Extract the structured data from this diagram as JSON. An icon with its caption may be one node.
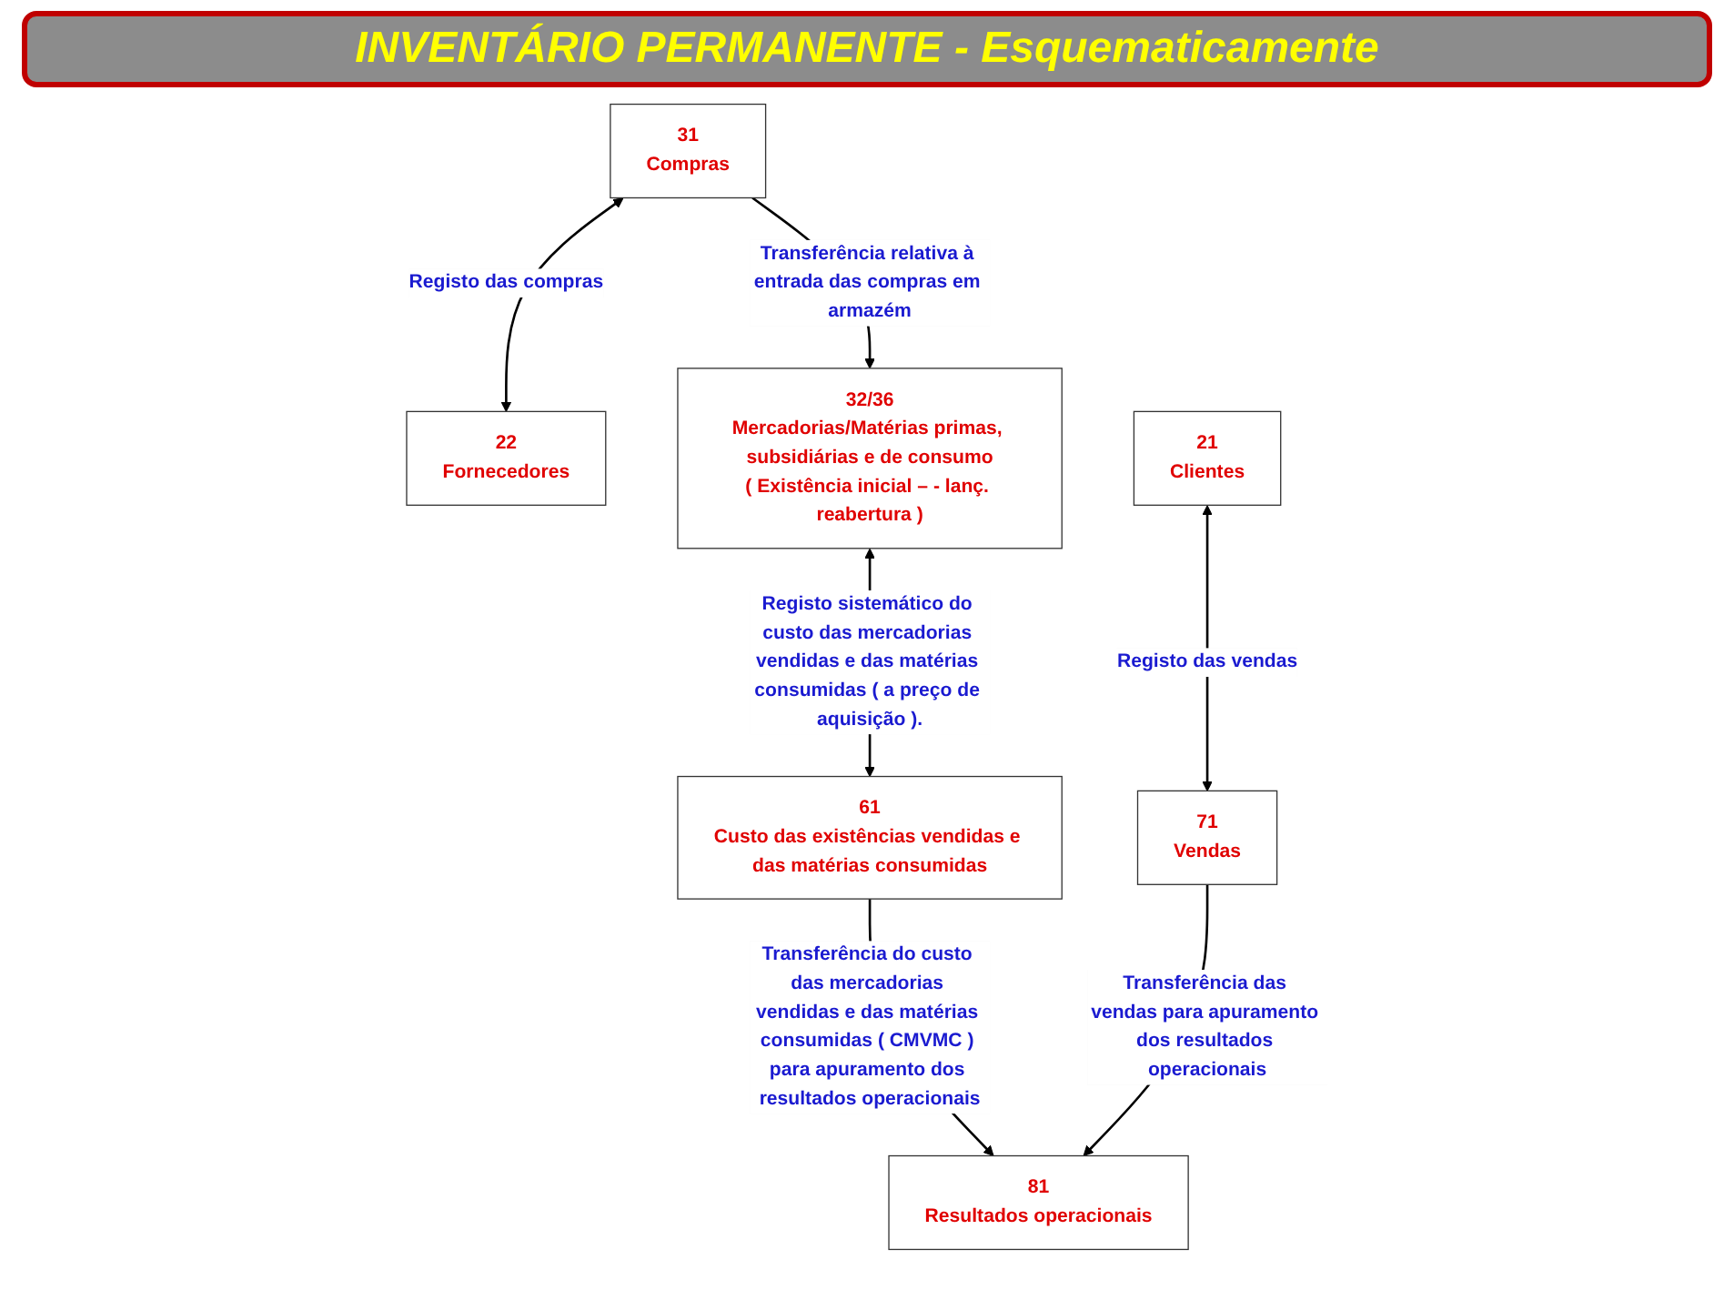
{
  "diagram": {
    "title": "INVENTÁRIO PERMANENTE  -  Esquematicamente",
    "nodes": [
      {
        "text": [
          "31",
          "Compras"
        ]
      },
      {
        "text": [
          "22",
          "Fornecedores"
        ]
      },
      {
        "text": [
          "32/36",
          "Mercadorias/Matérias primas, subsidiárias e de consumo",
          "( Existência inicial – - lanç. reabertura )"
        ]
      },
      {
        "text": [
          "61",
          "Custo das existências vendidas e das matérias consumidas"
        ]
      },
      {
        "text": [
          "21",
          "Clientes"
        ]
      },
      {
        "text": [
          "71",
          "Vendas"
        ]
      },
      {
        "text": [
          "81",
          "Resultados operacionais"
        ]
      }
    ],
    "edges": [
      {
        "from": 0,
        "to": 1,
        "arrow": "both",
        "label": "Registo das compras"
      },
      {
        "from": 0,
        "to": 2,
        "arrow": "to",
        "label": "Transferência relativa à entrada das compras em armazém"
      },
      {
        "from": 2,
        "to": 3,
        "arrow": "both",
        "label": "Registo sistemático do custo das mercadorias vendidas e das matérias consumidas ( a preço de aquisição )."
      },
      {
        "from": 4,
        "to": 5,
        "arrow": "both",
        "label": "Registo das vendas"
      },
      {
        "from": 3,
        "to": 6,
        "arrow": "to",
        "label": "Transferência do custo das mercadorias vendidas e das matérias consumidas ( CMVMC ) para apuramento dos resultados operacionais"
      },
      {
        "from": 5,
        "to": 6,
        "arrow": "to",
        "label": "Transferência das vendas para apuramento dos resultados operacionais"
      }
    ]
  }
}
